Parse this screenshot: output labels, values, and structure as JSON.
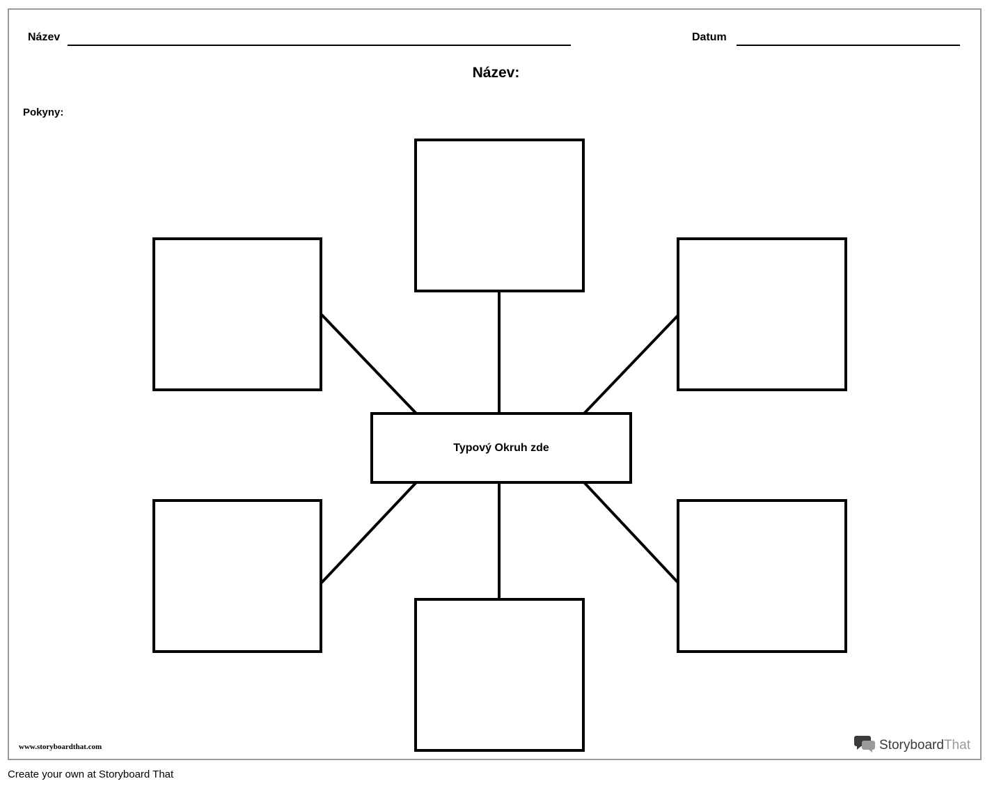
{
  "header": {
    "name_label": "Název",
    "date_label": "Datum",
    "title": "Název:",
    "instructions_label": "Pokyny:"
  },
  "diagram": {
    "center_text": "Typový Okruh zde",
    "outer_boxes": [
      "top",
      "top-left",
      "top-right",
      "bottom-left",
      "bottom-right",
      "bottom"
    ]
  },
  "branding": {
    "site_url": "www.storyboardthat.com",
    "logo_text_dark": "Storyboard",
    "logo_text_light": "That",
    "logo_icon": "speech-bubbles-icon"
  },
  "footer": {
    "text": "Create your own at Storyboard That"
  }
}
